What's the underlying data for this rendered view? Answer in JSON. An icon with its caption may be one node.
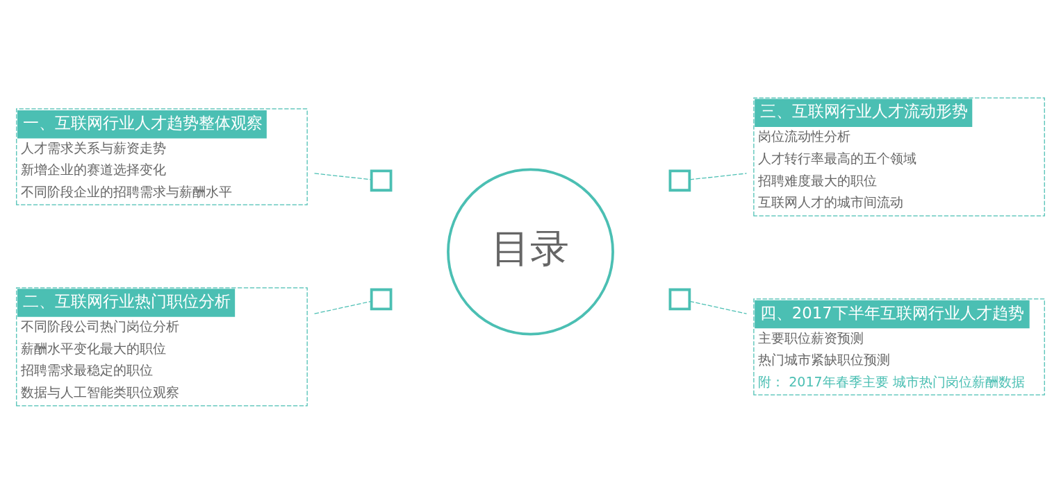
{
  "diagram": {
    "nodes": [
      {
        "text": [
          "一、互联网行业人才趋势整体观察",
          "人才需求关系与薪资走势",
          "新增企业的赛道选择变化",
          "不同阶段企业的招聘需求与薪酬水平"
        ]
      },
      {
        "text": [
          "三、互联网行业人才流动形势",
          "岗位流动性分析",
          "人才转行率最高的五个领域",
          "招聘难度最大的职位",
          "互联网人才的城市间流动"
        ]
      },
      {
        "text": [],
        "shape": "box"
      },
      {
        "text": [],
        "shape": "box"
      },
      {
        "text": [
          "目录"
        ]
      },
      {
        "text": [],
        "shape": "box"
      },
      {
        "text": [],
        "shape": "box"
      },
      {
        "text": [
          "二、互联网行业热门职位分析",
          "不同阶段公司热门岗位分析",
          "薪酬水平变化最大的职位",
          "招聘需求最稳定的职位",
          "数据与人工智能类职位观察"
        ]
      },
      {
        "text": [
          "四、2017下半年互联网行业人才趋势",
          "主要职位薪资预测",
          "热门城市紧缺职位预测",
          "附： 2017年春季主要 城市热门岗位薪酬数据"
        ]
      }
    ],
    "edges": [
      {
        "from": 0,
        "to": 2,
        "arrow": "none",
        "style": "dashed"
      },
      {
        "from": 3,
        "to": 1,
        "arrow": "none",
        "style": "dashed"
      },
      {
        "from": 7,
        "to": 5,
        "arrow": "none",
        "style": "dashed"
      },
      {
        "from": 6,
        "to": 8,
        "arrow": "none",
        "style": "dashed"
      }
    ]
  }
}
